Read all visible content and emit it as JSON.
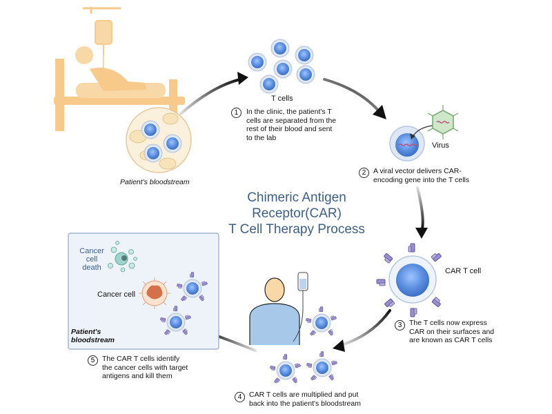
{
  "title": {
    "line1": "Chimeric Antigen",
    "line2": "Receptor(CAR)",
    "line3": "T Cell Therapy Process"
  },
  "labels": {
    "patients_bloodstream_top": "Patient's bloodstream",
    "t_cells": "T cells",
    "virus": "Virus",
    "car_t_cell": "CAR T cell",
    "cancer_cell": "Cancer cell",
    "cancer_cell_death_1": "Cancer",
    "cancer_cell_death_2": "cell",
    "cancer_cell_death_3": "death",
    "patients_bloodstream_box_1": "Patient's",
    "patients_bloodstream_box_2": "bloodstream"
  },
  "steps": [
    {
      "num": "1",
      "lines": [
        "In the clinic, the patient's T",
        "cells are separated from the",
        "rest of their blood and sent",
        "to the lab"
      ]
    },
    {
      "num": "2",
      "lines": [
        "A viral vector delivers CAR-",
        "encoding gene into the T cells"
      ]
    },
    {
      "num": "3",
      "lines": [
        "The T cells now express",
        "CAR on their surfaces and",
        "are known as CAR T cells"
      ]
    },
    {
      "num": "4",
      "lines": [
        "CAR T cells are multiplied and put",
        "back into the patient's bloodstream"
      ]
    },
    {
      "num": "5",
      "lines": [
        "The CAR T cells identify",
        "the cancer cells with target",
        "antigens and kill them"
      ]
    }
  ],
  "colors": {
    "title": "#3d5f86",
    "tcell": "#5b8ee0",
    "receptor": "#7d6fb3",
    "bed": "#f7c98a",
    "cancer": "#d4704a",
    "box_fill": "#eef3fa",
    "box_stroke": "#8fa8c8"
  }
}
